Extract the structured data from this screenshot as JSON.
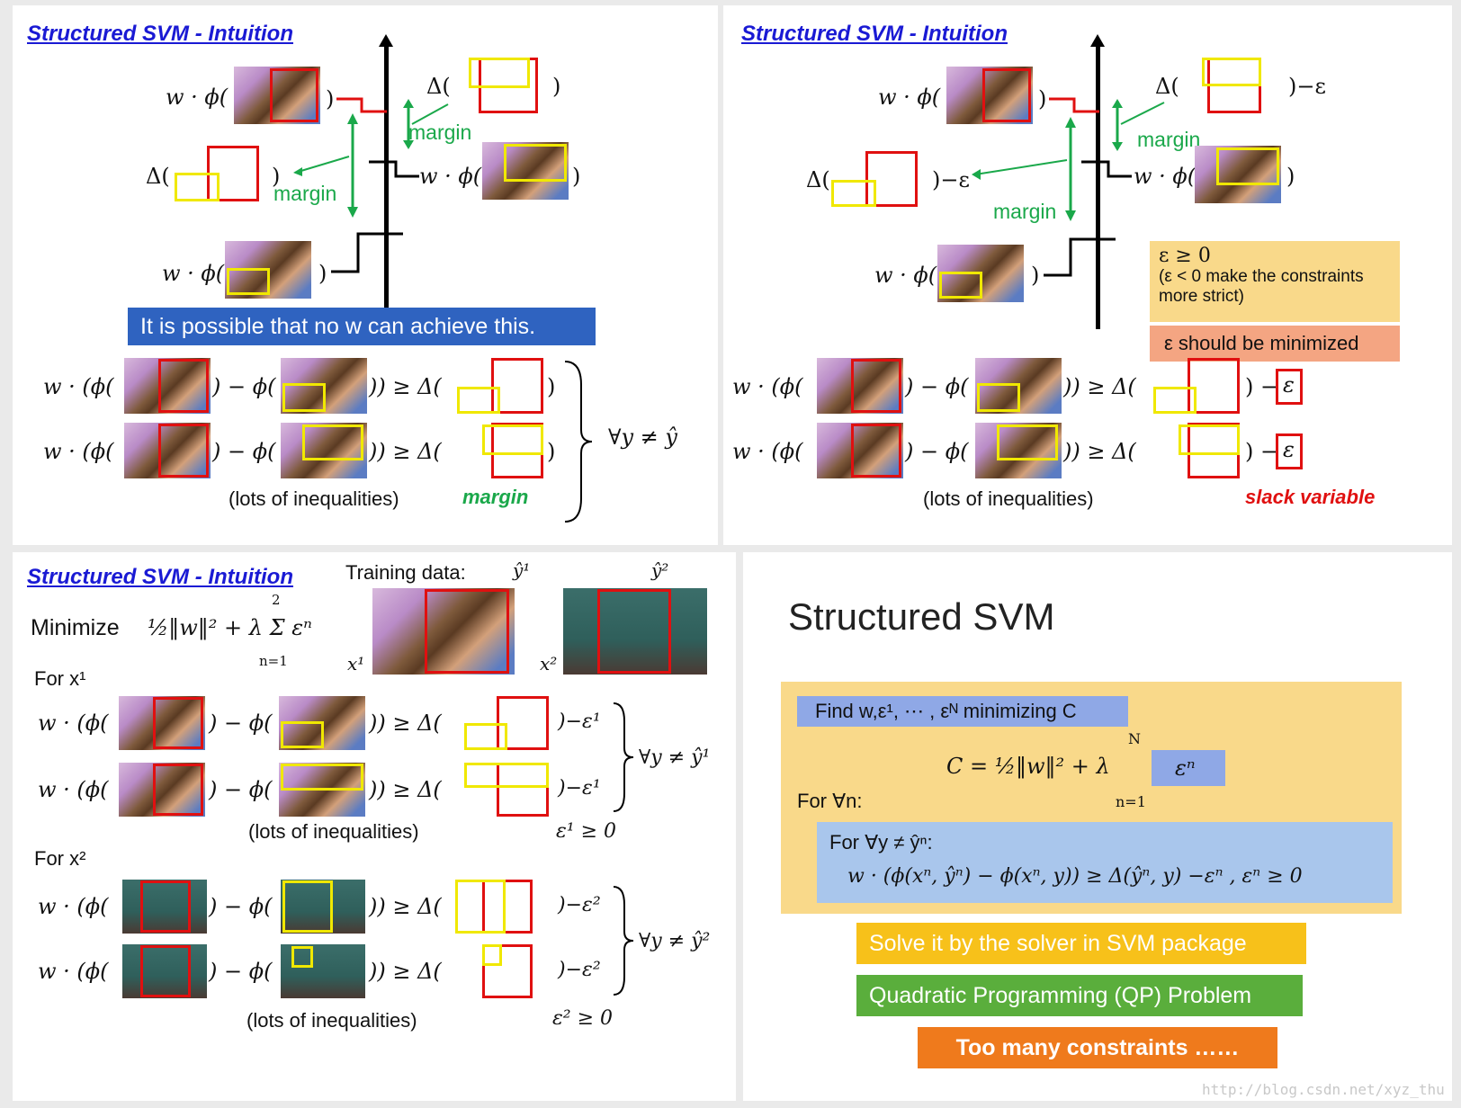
{
  "panel_tl": {
    "title": "Structured SVM - Intuition",
    "w_phi": "w · ϕ(",
    "delta": "Δ(",
    "close": ")",
    "margin1": "margin",
    "margin2": "margin",
    "banner": "It is possible that no w can achieve this.",
    "ineq_prefix": "w · (ϕ(",
    "ineq_mid": ") − ϕ(",
    "ineq_ge": ")) ≥ Δ(",
    "lots": "(lots of inequalities)",
    "margin_label": "margin",
    "forall": "∀y ≠ ŷ"
  },
  "panel_tr": {
    "title": "Structured SVM - Intuition",
    "eps_close": ")−ε",
    "margin1": "margin",
    "margin2": "margin",
    "note_line1": "ε ≥ 0",
    "note_line2": "(ε < 0 make the constraints",
    "note_line3": "more strict)",
    "minimized": "ε should be minimized",
    "eps": "ε",
    "eps_minus": ") −",
    "lots": "(lots of inequalities)",
    "slack": "slack variable"
  },
  "panel_bl": {
    "title": "Structured SVM - Intuition",
    "minimize": "Minimize",
    "objective": "½‖w‖² + λ Σ εⁿ",
    "sum_top": "2",
    "sum_bottom": "n=1",
    "training": "Training data:",
    "yhat1": "ŷ¹",
    "yhat2": "ŷ²",
    "x1": "x¹",
    "x2": "x²",
    "for_x1": "For x¹",
    "for_x2": "For x²",
    "eps1": ")−ε¹",
    "eps2": ")−ε²",
    "forall1": "∀y ≠ ŷ¹",
    "forall2": "∀y ≠ ŷ²",
    "eps1_ge": "ε¹ ≥ 0",
    "eps2_ge": "ε² ≥ 0",
    "lots": "(lots of inequalities)"
  },
  "panel_br": {
    "heading": "Structured SVM",
    "find": "Find w,ε¹, ⋯ , εᴺ minimizing C",
    "objective": "C = ½‖w‖² + λ",
    "sum_top": "N",
    "sum_bottom": "n=1",
    "eps_n": "εⁿ",
    "for_all_n": "For ∀n:",
    "for_all_y": "For ∀y ≠ ŷⁿ:",
    "constraint": "w · (ϕ(xⁿ, ŷⁿ) − ϕ(xⁿ, y)) ≥ Δ(ŷⁿ, y) −εⁿ ,  εⁿ ≥ 0",
    "btn_solver": "Solve it by the solver in SVM package",
    "btn_qp": "Quadratic Programming (QP) Problem",
    "btn_many": "Too many constraints ……"
  },
  "watermark": "http://blog.csdn.net/xyz_thu",
  "colors": {
    "title_blue": "#1a1ad4",
    "margin_green": "#1aa84a",
    "banner_blue": "#2f63c0",
    "note_orange": "#f9d98a",
    "salmon": "#f4a582",
    "solver_orange": "#f7c11a",
    "qp_green": "#5aae3c",
    "many_orange": "#ef7a1c"
  }
}
